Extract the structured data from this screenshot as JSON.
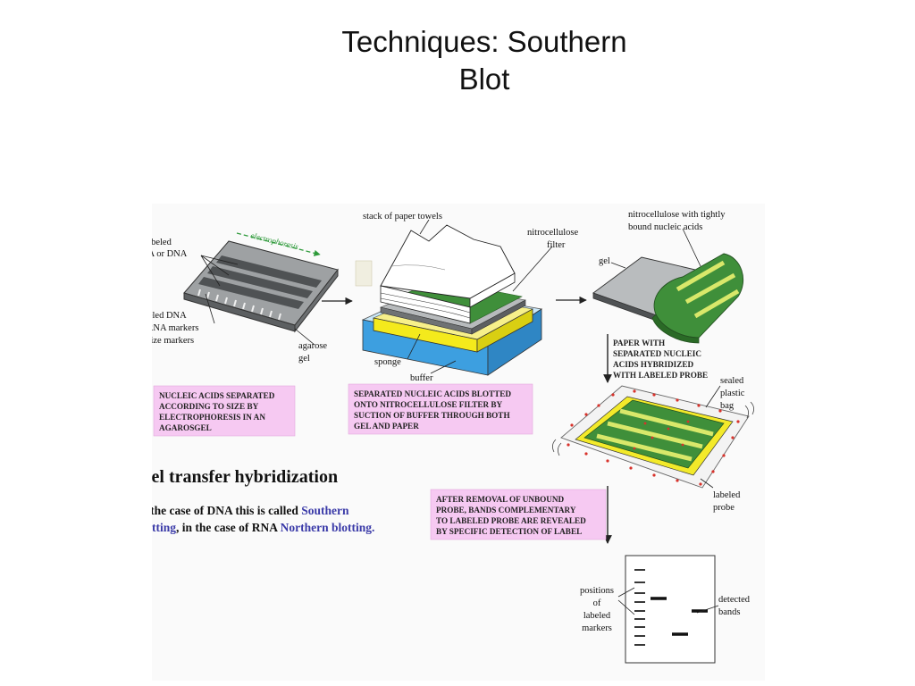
{
  "title": {
    "line1": "Techniques: Southern",
    "line2": "Blot"
  },
  "labels": {
    "unlabeled_1": "unlabeled",
    "unlabeled_2": "RNA or DNA",
    "electrophoresis": "electrophoresis",
    "labeled_1": "labeled DNA",
    "labeled_2": "or RNA markers",
    "labeled_3": "as size markers",
    "agarose_1": "agarose",
    "agarose_2": "gel",
    "stack": "stack of paper towels",
    "nitro_1": "nitrocellulose",
    "nitro_2": "filter",
    "sponge": "sponge",
    "buffer": "buffer",
    "nitro_bound_1": "nitrocellulose with tightly",
    "nitro_bound_2": "bound nucleic acids",
    "gel": "gel",
    "paper_1": "PAPER WITH",
    "paper_2": "SEPARATED NUCLEIC",
    "paper_3": "ACIDS HYBRIDIZED",
    "paper_4": "WITH LABELED PROBE",
    "sealed_1": "sealed",
    "sealed_2": "plastic",
    "sealed_3": "bag",
    "probe_1": "labeled",
    "probe_2": "probe",
    "positions_1": "positions",
    "positions_2": "of",
    "positions_3": "labeled",
    "positions_4": "markers",
    "detected_1": "detected",
    "detected_2": "bands"
  },
  "captions": {
    "step1": [
      "NUCLEIC ACIDS SEPARATED",
      "ACCORDING TO SIZE BY",
      "ELECTROPHORESIS IN AN",
      "AGAROSGEL"
    ],
    "step2": [
      "SEPARATED NUCLEIC ACIDS BLOTTED",
      "ONTO NITROCELLULOSE FILTER BY",
      "SUCTION OF BUFFER THROUGH BOTH",
      "GEL AND PAPER"
    ],
    "step3": [
      "AFTER REMOVAL OF UNBOUND",
      "PROBE, BANDS COMPLEMENTARY",
      "TO LABELED PROBE ARE REVEALED",
      "BY SPECIFIC DETECTION OF LABEL"
    ]
  },
  "heading": "Gel transfer hybridization",
  "body": {
    "p1": "In the case of DNA this is called ",
    "southern_1": "Southern",
    "southern_2": "blotting",
    "p2": ", in the case of RNA ",
    "northern": "Northern blotting."
  },
  "colors": {
    "caption_bg": "#f6c9f2",
    "link": "#3a3aa8",
    "gel": "#8a8d8f",
    "nitro_green": "#3f8f3a",
    "sponge_yellow": "#f4ea1c",
    "buffer_blue": "#3d9fe0",
    "probe_red": "#d8322b"
  }
}
